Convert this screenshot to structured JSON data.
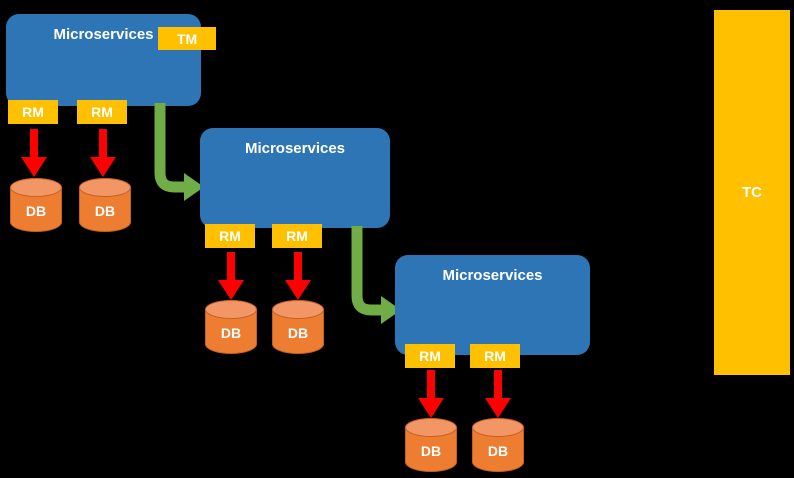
{
  "colors": {
    "background": "#000000",
    "service_box": "#2E75B6",
    "badge": "#FFC000",
    "db_body": "#ED7D31",
    "db_top": "#F19664",
    "red_arrow": "#FF0000",
    "green_arrow": "#70AD47",
    "tc_bar": "#FFC000",
    "text": "#FFFFFF"
  },
  "groups": [
    {
      "label": "Microservices",
      "tm": "TM",
      "rm": [
        "RM",
        "RM"
      ],
      "db": [
        "DB",
        "DB"
      ]
    },
    {
      "label": "Microservices",
      "rm": [
        "RM",
        "RM"
      ],
      "db": [
        "DB",
        "DB"
      ]
    },
    {
      "label": "Microservices",
      "rm": [
        "RM",
        "RM"
      ],
      "db": [
        "DB",
        "DB"
      ]
    }
  ],
  "tc": {
    "label": "TC"
  }
}
